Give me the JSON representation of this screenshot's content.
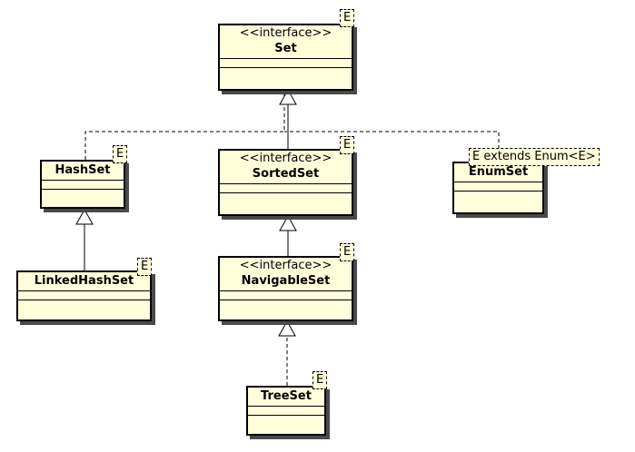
{
  "diagram": {
    "stereotype": "<<interface>>",
    "classes": {
      "set": {
        "name": "Set",
        "type_param": "E"
      },
      "hashset": {
        "name": "HashSet",
        "type_param": "E"
      },
      "sortedset": {
        "name": "SortedSet",
        "type_param": "E"
      },
      "enumset": {
        "name": "EnumSet",
        "type_param": "E extends Enum<E>"
      },
      "linkedhashset": {
        "name": "LinkedHashSet",
        "type_param": "E"
      },
      "navigableset": {
        "name": "NavigableSet",
        "type_param": "E"
      },
      "treeset": {
        "name": "TreeSet",
        "type_param": "E"
      }
    }
  }
}
